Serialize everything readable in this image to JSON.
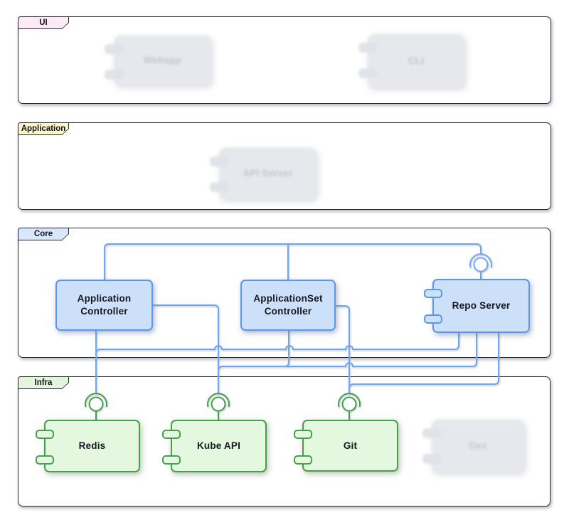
{
  "frames": {
    "ui": {
      "label": "UI"
    },
    "application": {
      "label": "Application"
    },
    "core": {
      "label": "Core"
    },
    "infra": {
      "label": "Infra"
    }
  },
  "components": {
    "webapp": {
      "label": "Webapp",
      "state": "dimmed"
    },
    "cli": {
      "label": "CLI",
      "state": "dimmed"
    },
    "api_server": {
      "label": "API Server",
      "state": "dimmed"
    },
    "application_controller": {
      "label": "Application Controller",
      "state": "highlighted"
    },
    "applicationset_controller": {
      "label": "ApplicationSet Controller",
      "state": "highlighted"
    },
    "repo_server": {
      "label": "Repo Server",
      "state": "highlighted"
    },
    "redis": {
      "label": "Redis",
      "state": "highlighted"
    },
    "kube_api": {
      "label": "Kube API",
      "state": "highlighted"
    },
    "git": {
      "label": "Git",
      "state": "highlighted"
    },
    "dex": {
      "label": "Dex",
      "state": "dimmed"
    }
  },
  "edges": [
    {
      "from": "application_controller",
      "to": "repo_server"
    },
    {
      "from": "applicationset_controller",
      "to": "repo_server"
    },
    {
      "from": "application_controller",
      "to": "redis"
    },
    {
      "from": "repo_server",
      "to": "redis"
    },
    {
      "from": "application_controller",
      "to": "kube_api"
    },
    {
      "from": "applicationset_controller",
      "to": "kube_api"
    },
    {
      "from": "repo_server",
      "to": "kube_api"
    },
    {
      "from": "applicationset_controller",
      "to": "git"
    },
    {
      "from": "repo_server",
      "to": "git"
    }
  ],
  "colors": {
    "frame_border": "#262a33",
    "tab_ui": "#fbe9f6",
    "tab_application": "#fcf7ca",
    "tab_core": "#d8e7fb",
    "tab_infra": "#e1f6dd",
    "component_blue_fill": "#cce0f9",
    "component_blue_border": "#5b97ee",
    "component_green_fill": "#e4f8e0",
    "component_green_border": "#45a049",
    "connector_blue": "#6fa5f2",
    "dimmed_fill": "#e3e6ea"
  }
}
